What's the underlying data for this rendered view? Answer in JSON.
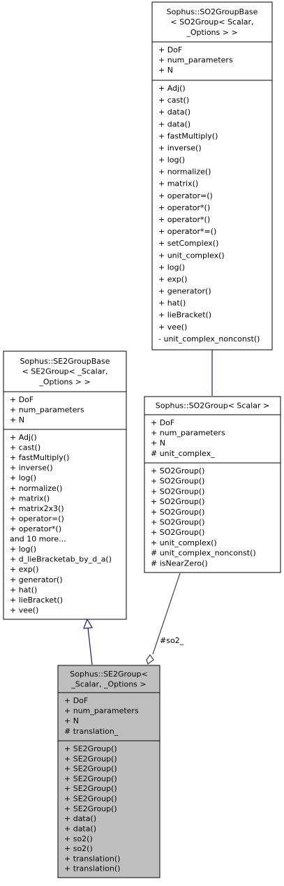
{
  "diagram": {
    "classes": {
      "so2groupbase": {
        "title": [
          "Sophus::SO2GroupBase",
          "< SO2Group< Scalar,",
          "_Options > >"
        ],
        "attributes": [
          "+ DoF",
          "+ num_parameters",
          "+ N"
        ],
        "methods": [
          "+ Adj()",
          "+ cast()",
          "+ data()",
          "+ data()",
          "+ fastMultiply()",
          "+ inverse()",
          "+ log()",
          "+ normalize()",
          "+ matrix()",
          "+ operator=()",
          "+ operator*()",
          "+ operator*()",
          "+ operator*=()",
          "+ setComplex()",
          "+ unit_complex()",
          "+ log()",
          "+ exp()",
          "+ generator()",
          "+ hat()",
          "+ lieBracket()",
          "+ vee()",
          "- unit_complex_nonconst()"
        ]
      },
      "se2groupbase": {
        "title": [
          "Sophus::SE2GroupBase",
          "< SE2Group< _Scalar,",
          "_Options > >"
        ],
        "attributes": [
          "+ DoF",
          "+ num_parameters",
          "+ N"
        ],
        "methods": [
          "+ Adj()",
          "+ cast()",
          "+ fastMultiply()",
          "+ inverse()",
          "+ log()",
          "+ normalize()",
          "+ matrix()",
          "+ matrix2x3()",
          "+ operator=()",
          "+ operator*()",
          "and 10 more...",
          "+ log()",
          "+ d_lieBracketab_by_d_a()",
          "+ exp()",
          "+ generator()",
          "+ hat()",
          "+ lieBracket()",
          "+ vee()"
        ]
      },
      "so2group": {
        "title": [
          "Sophus::SO2Group< Scalar >"
        ],
        "attributes": [
          "+ DoF",
          "+ num_parameters",
          "+ N",
          "# unit_complex_"
        ],
        "methods": [
          "+ SO2Group()",
          "+ SO2Group()",
          "+ SO2Group()",
          "+ SO2Group()",
          "+ SO2Group()",
          "+ SO2Group()",
          "+ SO2Group()",
          "+ unit_complex()",
          "# unit_complex_nonconst()",
          "# isNearZero()"
        ]
      },
      "se2group": {
        "title": [
          "Sophus::SE2Group<",
          "_Scalar, _Options >"
        ],
        "attributes": [
          "+ DoF",
          "+ num_parameters",
          "+ N",
          "# translation_"
        ],
        "methods": [
          "+ SE2Group()",
          "+ SE2Group()",
          "+ SE2Group()",
          "+ SE2Group()",
          "+ SE2Group()",
          "+ SE2Group()",
          "+ SE2Group()",
          "+ data()",
          "+ data()",
          "+ so2()",
          "+ so2()",
          "+ translation()",
          "+ translation()"
        ]
      }
    },
    "edges": {
      "so2_label": "#so2_"
    },
    "colors": {
      "node_fill": "#ffffff",
      "focus_fill": "#bfbfbf",
      "border": "#000000",
      "inheritance_edge": "#191970",
      "usage_edge": "#404040"
    }
  }
}
